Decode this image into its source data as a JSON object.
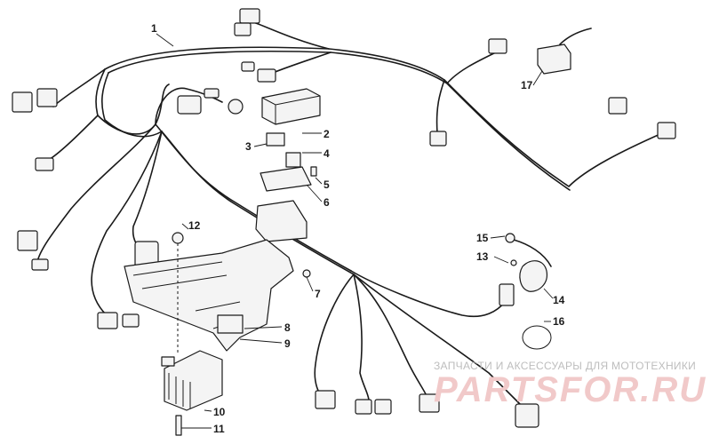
{
  "callouts": [
    "1",
    "2",
    "3",
    "4",
    "5",
    "6",
    "7",
    "8",
    "9",
    "10",
    "11",
    "12",
    "13",
    "14",
    "15",
    "16",
    "17"
  ],
  "watermark": {
    "tagline": "ЗАПЧАСТИ И АКСЕССУАРЫ ДЛЯ МОТОТЕХНИКИ",
    "logo": "PARTSFOR.RU",
    "color": "#e06060"
  }
}
